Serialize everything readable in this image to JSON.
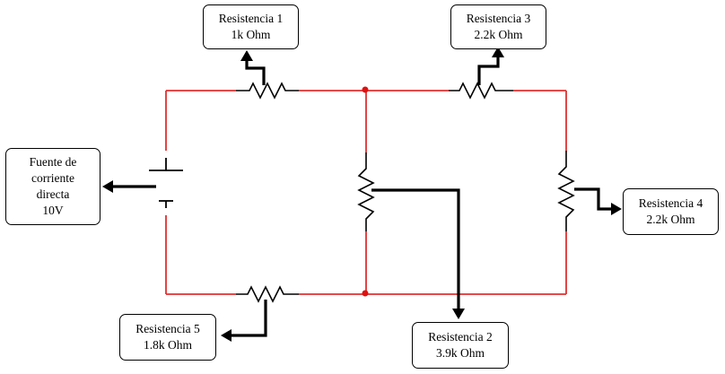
{
  "source": {
    "line1": "Fuente de",
    "line2": "corriente",
    "line3": "directa",
    "value": "10V"
  },
  "r1": {
    "name": "Resistencia 1",
    "value": "1k Ohm"
  },
  "r2": {
    "name": "Resistencia 2",
    "value": "3.9k Ohm"
  },
  "r3": {
    "name": "Resistencia 3",
    "value": "2.2k Ohm"
  },
  "r4": {
    "name": "Resistencia 4",
    "value": "2.2k Ohm"
  },
  "r5": {
    "name": "Resistencia 5",
    "value": "1.8k Ohm"
  },
  "colors": {
    "wire": "#e03030",
    "node": "#e01010",
    "component": "#000000"
  }
}
